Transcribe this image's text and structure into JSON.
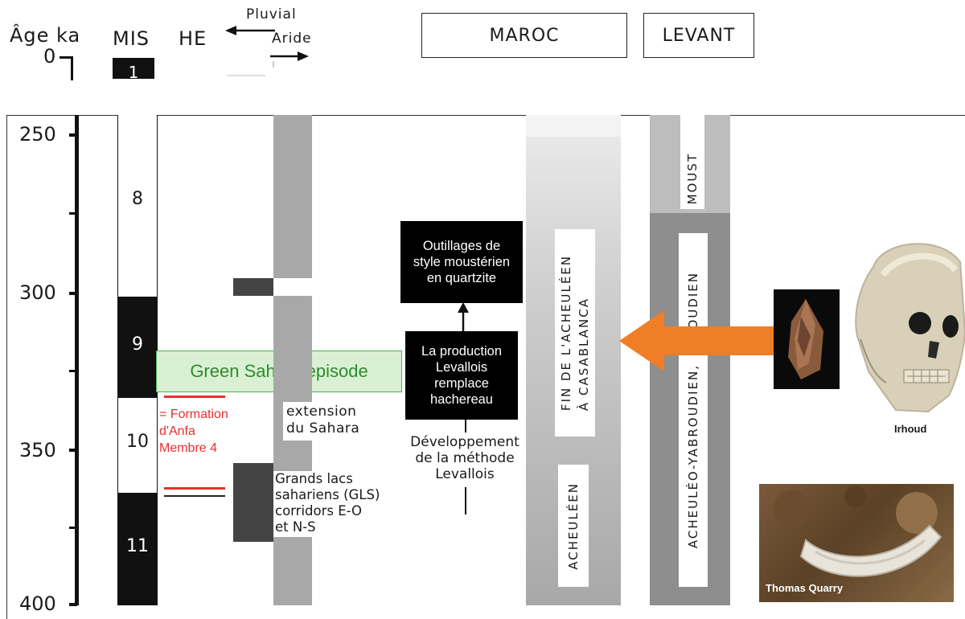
{
  "header": {
    "age_label": "Âge ka",
    "age_zero": "0",
    "mis_label": "MIS",
    "he_label": "HE",
    "pluvial_label": "Pluvial",
    "aride_label": "Aride",
    "mis1_label": "1",
    "maroc_label": "MAROC",
    "levant_label": "LEVANT"
  },
  "axis": {
    "ticks": [
      "250",
      "300",
      "350",
      "400"
    ]
  },
  "mis_stages": [
    "8",
    "9",
    "10",
    "11"
  ],
  "labels": {
    "green_sahara": "Green Sahara episode",
    "anfa_1": "= Formation",
    "anfa_2": "d'Anfa",
    "anfa_3": "Membre 4",
    "sahara_ext_1": "extension",
    "sahara_ext_2": "du Sahara",
    "lacs_1": "Grands lacs",
    "lacs_2": "sahariens (GLS)",
    "lacs_3": "corridors E-O",
    "lacs_4": "et N-S",
    "outillages_1": "Outillages de",
    "outillages_2": "style moustérien",
    "outillages_3": "en quartzite",
    "levallois_1": "La production",
    "levallois_2": "Levallois",
    "levallois_3": "remplace",
    "levallois_4": "hachereau",
    "dev_1": "Développement",
    "dev_2": "de la méthode",
    "dev_3": "Levallois",
    "fin_acheuleen": "FIN DE L'ACHEULÉEN",
    "casablanca": "À CASABLANCA",
    "acheuleen": "ACHEULÉEN",
    "moust": "MOUST",
    "acheuleo_yabroudien": "ACHEULÉO-YABROUDIEN,",
    "amoudien": "AMOUDIEN",
    "irhoud": "Irhoud",
    "thomas_quarry": "Thomas Quarry"
  },
  "colors": {
    "green_box_fill": "#d9f0d3",
    "green_box_border": "#4caf50",
    "green_text": "#2e8b2e",
    "red": "#e53030",
    "arrow_orange": "#f07e26"
  },
  "icons": {
    "pluvial_arrow": "arrow-left-icon",
    "aride_arrow": "arrow-right-icon",
    "flow_arrow": "arrow-up-icon",
    "orange_arrow": "arrow-left-icon"
  }
}
